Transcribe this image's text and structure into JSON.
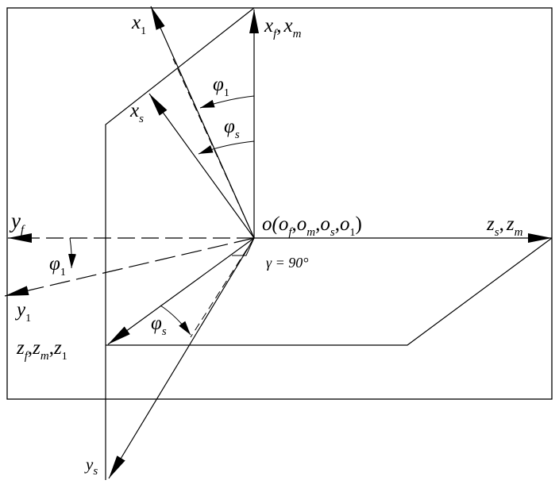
{
  "labels": {
    "x1": {
      "base": "x",
      "sub": "1"
    },
    "xf_xm": {
      "b1": "x",
      "s1": "f",
      "sep": ",",
      "b2": "x",
      "s2": "m"
    },
    "phi1_top": {
      "base": "φ",
      "sub": "1"
    },
    "xs": {
      "base": "x",
      "sub": "s"
    },
    "phis_top": {
      "base": "φ",
      "sub": "s"
    },
    "yf": {
      "base": "y",
      "sub": "f"
    },
    "origin": {
      "pre": "o(",
      "b1": "o",
      "s1": "f",
      "c1": ",",
      "b2": "o",
      "s2": "m",
      "c2": ",",
      "b3": "o",
      "s3": "s",
      "c3": ",",
      "b4": "o",
      "s4": "1",
      "post": ")"
    },
    "zs_zm": {
      "b1": "z",
      "s1": "s",
      "sep": ",",
      "b2": "z",
      "s2": "m"
    },
    "phi1_left": {
      "base": "φ",
      "sub": "1"
    },
    "gamma": "γ = 90°",
    "y1": {
      "base": "y",
      "sub": "1"
    },
    "phis_bottom": {
      "base": "φ",
      "sub": "s"
    },
    "zf_zm_z1": {
      "b1": "z",
      "s1": "f",
      "c1": ",",
      "b2": "z",
      "s2": "m",
      "c2": ",",
      "b3": "z",
      "s3": "1"
    },
    "ys": {
      "base": "y",
      "sub": "s"
    }
  }
}
